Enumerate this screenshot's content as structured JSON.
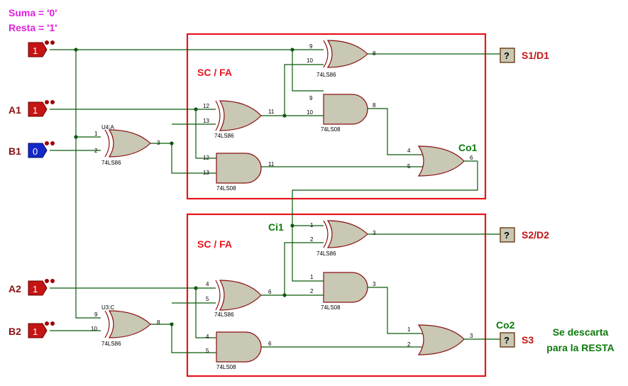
{
  "legend": {
    "sum": "Suma = '0'",
    "sub": "Resta = '1'"
  },
  "block_labels": [
    "SC / FA",
    "SC / FA"
  ],
  "inputs": [
    {
      "label": "",
      "value": "1",
      "color": "#c41414"
    },
    {
      "label": "A1",
      "value": "1",
      "color": "#c41414"
    },
    {
      "label": "B1",
      "value": "0",
      "color": "#1428c8"
    },
    {
      "label": "A2",
      "value": "1",
      "color": "#c41414"
    },
    {
      "label": "B2",
      "value": "1",
      "color": "#c41414"
    }
  ],
  "outputs": [
    {
      "value": "?",
      "label": "S1/D1"
    },
    {
      "value": "?",
      "label": "S2/D2"
    },
    {
      "value": "?",
      "label": "S3"
    }
  ],
  "net_labels": {
    "co1": "Co1",
    "ci1": "Ci1",
    "co2": "Co2"
  },
  "note": [
    "Se descarta",
    "para la RESTA"
  ],
  "gates": {
    "u4a": {
      "ref": "U4:A",
      "part": "74LS86",
      "pins": [
        "1",
        "2",
        "3"
      ]
    },
    "u3c": {
      "ref": "U3:C",
      "part": "74LS86",
      "pins": [
        "9",
        "10",
        "8"
      ]
    },
    "x1a": {
      "part": "74LS86",
      "pins": [
        "12",
        "13",
        "11"
      ]
    },
    "x1b": {
      "part": "74LS86",
      "pins": [
        "9",
        "10",
        "8"
      ]
    },
    "a1a": {
      "part": "74LS08",
      "pins": [
        "9",
        "10",
        "8"
      ]
    },
    "a1b": {
      "part": "74LS08",
      "pins": [
        "12",
        "13",
        "11"
      ]
    },
    "o1": {
      "pins": [
        "4",
        "5",
        "6"
      ]
    },
    "x2a": {
      "part": "74LS86",
      "pins": [
        "4",
        "5",
        "6"
      ]
    },
    "x2b": {
      "part": "74LS86",
      "pins": [
        "1",
        "2",
        "3"
      ]
    },
    "a2a": {
      "part": "74LS08",
      "pins": [
        "1",
        "2",
        "3"
      ]
    },
    "a2b": {
      "part": "74LS08",
      "pins": [
        "4",
        "5",
        "6"
      ]
    },
    "o2": {
      "pins": [
        "1",
        "2",
        "3"
      ]
    }
  }
}
